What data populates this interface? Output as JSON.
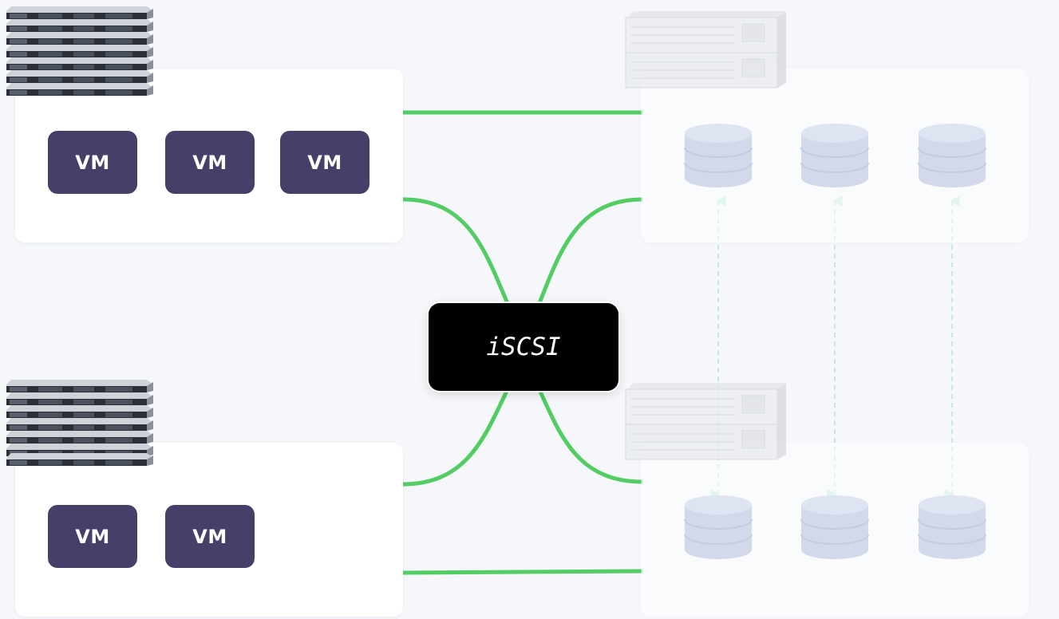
{
  "colors": {
    "background": "#f5f7fb",
    "card": "#ffffff",
    "vm_fill": "#473f68",
    "link": "#52cc63",
    "replication": "#bfe9e2",
    "disk": "#c9d1e6",
    "iscsi_fill": "#000000"
  },
  "hosts": [
    {
      "icon": "rack-server-stack-icon",
      "vms": [
        "VM",
        "VM",
        "VM"
      ]
    },
    {
      "icon": "rack-server-stack-icon",
      "vms": [
        "VM",
        "VM"
      ]
    }
  ],
  "storage_nodes": [
    {
      "icon": "storage-server-icon",
      "disks": 3
    },
    {
      "icon": "storage-server-icon",
      "disks": 3
    }
  ],
  "hub": {
    "label": "iSCSI"
  }
}
